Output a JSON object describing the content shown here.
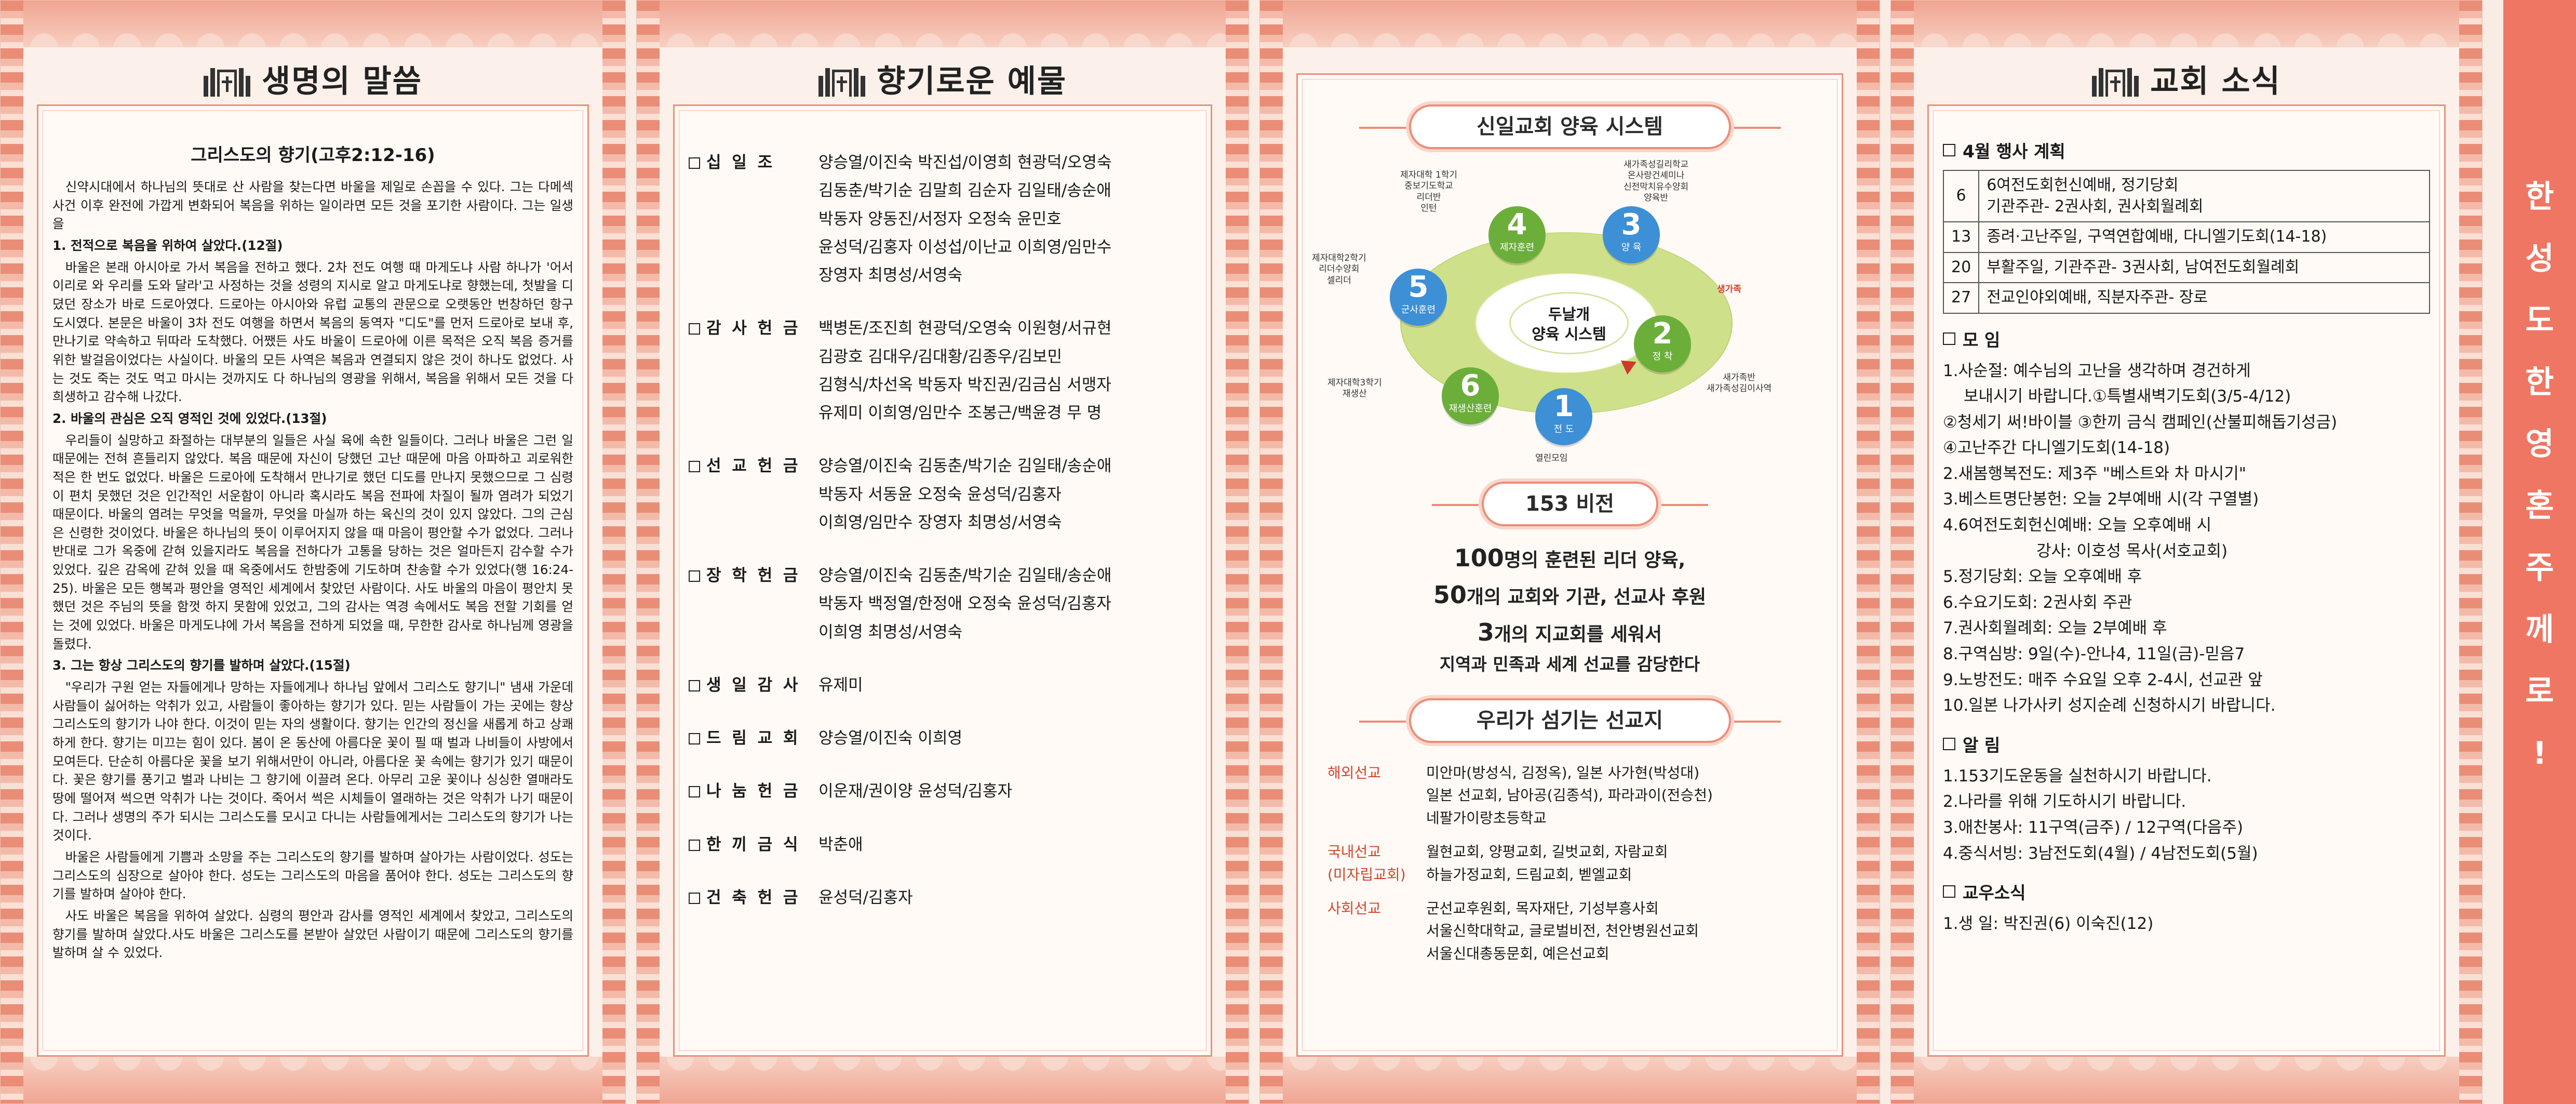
{
  "panel1": {
    "header": "생명의 말씀",
    "sermon_title": "그리스도의 향기(고후2:12-16)",
    "paragraphs": [
      {
        "text": "신약시대에서 하나님의 뜻대로 산 사람을 찾는다면 바울을 제일로 손꼽을 수 있다. 그는 다메섹 사건 이후 완전에 가깝게 변화되어 복음을 위하는 일이라면 모든 것을 포기한 사람이다. 그는 일생을",
        "bold": false
      },
      {
        "text": "1. 전적으로 복음을 위하여 살았다.(12절)",
        "bold": true
      },
      {
        "text": "바울은 본래 아시아로 가서 복음을 전하고 했다. 2차 전도 여행 때 마게도냐 사람 하나가 '어서 이리로 와 우리를 도와 달라'고 사정하는 것을 성령의 지시로 알고 마게도냐로 향했는데, 첫발을 디뎠던 장소가 바로 드로아였다. 드로아는 아시아와 유럽 교통의 관문으로 오랫동안 번창하던 항구 도시였다. 본문은 바울이 3차 전도 여행을 하면서 복음의 동역자 \"디도\"를 먼저 드로아로 보내 후, 만나기로 약속하고 뒤따라 도착했다. 어쨌든 사도 바울이 드로아에 이른 목적은 오직 복음 증거를 위한 발걸음이었다는 사실이다. 바울의 모든 사역은 복음과 연결되지 않은 것이 하나도 없었다. 사는 것도 죽는 것도 먹고 마시는 것까지도 다 하나님의 영광을 위해서, 복음을 위해서 모든 것을 다 희생하고 감수해 나갔다.",
        "bold": false
      },
      {
        "text": "2. 바울의 관심은 오직 영적인 것에 있었다.(13절)",
        "bold": true
      },
      {
        "text": "우리들이 실망하고 좌절하는 대부분의 일들은 사실 육에 속한 일들이다. 그러나 바울은 그런 일 때문에는 전혀 흔들리지 않았다. 복음 때문에 자신이 당했던 고난 때문에 마음 아파하고 괴로워한 적은 한 번도 없었다. 바울은 드로아에 도착해서 만나기로 했던 디도를 만나지 못했으므로 그 심령이 편치 못했던 것은 인간적인 서운함이 아니라 혹시라도 복음 전파에 차질이 될까 염려가 되었기 때문이다. 바울의 염려는 무엇을 먹을까, 무엇을 마실까 하는 육신의 것이 있지 않았다. 그의 근심은 신령한 것이었다. 바울은 하나님의 뜻이 이루어지지 않을 때 마음이 평안할 수가 없었다. 그러나 반대로 그가 옥중에 갇혀 있을지라도 복음을 전하다가 고통을 당하는 것은 얼마든지 감수할 수가 있었다. 깊은 감옥에 갇혀 있을 때 옥중에서도 한밤중에 기도하며 찬송할 수가 있었다(행 16:24-25). 바울은 모든 행복과 평안을 영적인 세계에서 찾았던 사람이다. 사도 바울의 마음이 평안치 못했던 것은 주님의 뜻을 함껏 하지 못함에 있었고, 그의 감사는 역경 속에서도 복음 전할 기회를 얻는 것에 있었다. 바울은 마게도냐에 가서 복음을 전하게 되었을 때, 무한한 감사로 하나님께 영광을 돌렸다.",
        "bold": false
      },
      {
        "text": "3. 그는 항상 그리스도의 향기를 발하며 살았다.(15절)",
        "bold": true
      },
      {
        "text": "\"우리가 구원 얻는 자들에게나 망하는 자들에게나 하나님 앞에서 그리스도 향기니\" 냄새 가운데 사람들이 싫어하는 악취가 있고, 사람들이 좋아하는 향기가 있다. 믿는 사람들이 가는 곳에는 향상 그리스도의 향기가 나야 한다. 이것이 믿는 자의 생활이다. 향기는 인간의 정신을 새롭게 하고 상쾌하게 한다. 향기는 미끄는 힘이 있다. 봄이 온 동산에 아름다운 꽃이 필 때 벌과 나비들이 사방에서 모여든다. 단순히 아름다운 꽃을 보기 위해서만이 아니라, 아름다운 꽃 속에는 향기가 있기 때문이다. 꽃은 향기를 풍기고 벌과 나비는 그 향기에 이끌려 온다. 아무리 고운 꽃이나 싱싱한 열매라도 땅에 떨어져 썩으면 악취가 나는 것이다. 죽어서 썩은 시체들이 열래하는 것은 악취가 나기 때문이다. 그러나 생명의 주가 되시는 그리스도를 모시고 다니는 사람들에게서는 그리스도의 향기가 나는 것이다.",
        "bold": false
      },
      {
        "text": "바울은 사람들에게 기쁨과 소망을 주는 그리스도의 향기를 발하며 살아가는 사람이었다. 성도는 그리스도의 심장으로 살아야 한다. 성도는 그리스도의 마음을 품어야 한다. 성도는 그리스도의 향기를 발하며 살아야 한다.",
        "bold": false
      },
      {
        "text": "사도 바울은 복음을 위하여 살았다. 심령의 평안과 감사를 영적인 세계에서 찾았고, 그리스도의 향기를 발하며 살았다.사도 바울은 그리스도를 본받아 살았던 사람이기 때문에 그리스도의 향기를 발하며 살 수 있었다.",
        "bold": false
      }
    ]
  },
  "panel2": {
    "header": "향기로운 예물",
    "rows": [
      {
        "label": "십 일 조",
        "lines": [
          "양승열/이진숙 박진섭/이영희 현광덕/오영숙",
          "김동춘/박기순 김말희 김순자 김일태/송순애",
          "박동자 양동진/서정자 오정숙 윤민호",
          "윤성덕/김홍자 이성섭/이난교 이희영/임만수",
          "장영자 최명성/서영숙"
        ]
      },
      {
        "label": "감 사 헌 금",
        "lines": [
          "백병돈/조진희 현광덕/오영숙 이원형/서규현",
          "김광호 김대우/김대황/김종우/김보민",
          "김형식/차선옥 박동자 박진권/김금심 서맹자",
          "유제미 이희영/임만수 조봉근/백윤경 무   명"
        ]
      },
      {
        "label": "선 교 헌 금",
        "lines": [
          "양승열/이진숙 김동춘/박기순 김일태/송순애",
          "박동자 서동윤 오정숙 윤성덕/김홍자",
          "이희영/임만수 장영자 최명성/서영숙"
        ]
      },
      {
        "label": "장 학 헌 금",
        "lines": [
          "양승열/이진숙 김동춘/박기순 김일태/송순애",
          "박동자 백정열/한정애 오정숙 윤성덕/김홍자",
          "이희영 최명성/서영숙"
        ]
      },
      {
        "label": "생 일 감 사",
        "lines": [
          "유제미"
        ]
      },
      {
        "label": "드 림 교 회",
        "lines": [
          "양승열/이진숙 이희영"
        ]
      },
      {
        "label": "나 눔 헌 금",
        "lines": [
          "이운재/권이양 윤성덕/김홍자"
        ]
      },
      {
        "label": "한 끼 금 식",
        "lines": [
          "박춘애"
        ]
      },
      {
        "label": "건 축 헌 금",
        "lines": [
          "윤성덕/김홍자"
        ]
      }
    ]
  },
  "panel3": {
    "system_title": "신일교회 양육 시스템",
    "centre_lines": [
      "두날개",
      "양육 시스템"
    ],
    "nodes": [
      {
        "num": "1",
        "name": "전 도",
        "color": "#3d8fd6"
      },
      {
        "num": "2",
        "name": "정 착",
        "color": "#6cae3a"
      },
      {
        "num": "3",
        "name": "양 육",
        "color": "#3d8fd6"
      },
      {
        "num": "4",
        "name": "제자훈련",
        "color": "#6cae3a"
      },
      {
        "num": "5",
        "name": "군사훈련",
        "color": "#3d8fd6"
      },
      {
        "num": "6",
        "name": "재생산훈련",
        "color": "#6cae3a"
      }
    ],
    "node_labels": {
      "top": [
        "새가족성길리학교",
        "온사랑건셰미나",
        "신전막치유수양회",
        "양육반"
      ],
      "topleft": [
        "제자대학 1학기",
        "중보기도학교",
        "리더반",
        "인턴"
      ],
      "left": [
        "제자대학2학기",
        "리더수양회",
        "셀리더"
      ],
      "bottomleft": [
        "제자대학3학기",
        "재생산"
      ],
      "right": [
        "생가족"
      ],
      "bottomright": [
        "새가족반",
        "새가족성김이사역"
      ],
      "bottom": [
        "열린모임"
      ]
    },
    "vision_title": "153 비전",
    "vision_lines": [
      {
        "num": "100",
        "rest": "명의 훈련된 리더 양육,"
      },
      {
        "num": "50",
        "rest": "개의 교회와 기관, 선교사 후원"
      },
      {
        "num": "3",
        "rest": "개의 지교회를 세워서"
      },
      {
        "num": "",
        "rest": "지역과 민족과 세계 선교를 감당한다"
      }
    ],
    "mission_title": "우리가 섬기는 선교지",
    "missions": [
      {
        "cat": [
          "해외선교"
        ],
        "lines": [
          "미안마(방성식, 김정옥), 일본 사가현(박성대)",
          "일본 선교회, 남아공(김종석), 파라과이(전승천)",
          "네팔가이랑초등학교"
        ]
      },
      {
        "cat": [
          "국내선교",
          "(미자립교회)"
        ],
        "lines": [
          "월현교회, 양평교회, 길벗교회, 자람교회",
          "하늘가정교회, 드림교회, 벧엘교회"
        ]
      },
      {
        "cat": [
          "사회선교"
        ],
        "lines": [
          "군선교후원회, 목자재단, 기성부흥사회",
          "서울신학대학교, 글로벌비전, 천안병원선교회",
          "서울신대총동문회, 예은선교회"
        ]
      }
    ]
  },
  "panel4": {
    "header": "교회 소식",
    "events_title": "4월 행사 계획",
    "events": [
      {
        "day": "6",
        "desc": [
          "6여전도회헌신예배, 정기당회",
          "기관주관- 2권사회, 권사회월례회"
        ]
      },
      {
        "day": "13",
        "desc": [
          "종려·고난주일, 구역연합예배, 다니엘기도회(14-18)"
        ]
      },
      {
        "day": "20",
        "desc": [
          "부활주일, 기관주관- 3권사회, 남여전도회월례회"
        ]
      },
      {
        "day": "27",
        "desc": [
          "전교인야외예배, 직분자주관- 장로"
        ]
      }
    ],
    "meetings_title": "모  임",
    "meetings": [
      {
        "text": "1.사순절: 예수님의 고난을 생각하며 경건하게",
        "cls": ""
      },
      {
        "text": "보내시기 바랍니다.①특별새벽기도회(3/5-4/12)",
        "cls": "ind"
      },
      {
        "text": "②청세기 써!바이블 ③한끼 금식 캠페인(산불피해돕기성금)",
        "cls": ""
      },
      {
        "text": "④고난주간 다니엘기도회(14-18)",
        "cls": ""
      },
      {
        "text": "2.새봄행복전도: 제3주 \"베스트와 차 마시기\"",
        "cls": ""
      },
      {
        "text": "3.베스트명단봉헌: 오늘 2부예배 시(각 구열별)",
        "cls": ""
      },
      {
        "text": "4.6여전도회헌신예배: 오늘 오후예배 시",
        "cls": ""
      },
      {
        "text": "강사: 이호성 목사(서호교회)",
        "cls": "ind2"
      },
      {
        "text": "5.정기당회: 오늘 오후예배 후",
        "cls": ""
      },
      {
        "text": "6.수요기도회: 2권사회 주관",
        "cls": ""
      },
      {
        "text": "7.권사회월례회: 오늘 2부예배 후",
        "cls": ""
      },
      {
        "text": "8.구역심방: 9일(수)-안나4, 11일(금)-믿음7",
        "cls": ""
      },
      {
        "text": "9.노방전도: 매주 수요일 오후 2-4시, 선교관 앞",
        "cls": ""
      },
      {
        "text": "10.일본 나가사키 성지순례 신청하시기 바랍니다.",
        "cls": ""
      }
    ],
    "notices_title": "알  림",
    "notices": [
      "1.153기도운동을 실천하시기 바랍니다.",
      "2.나라를 위해 기도하시기 바랍니다.",
      "3.애찬봉사: 11구역(금주) / 12구역(다음주)",
      "4.중식서빙: 3남전도회(4월) / 4남전도회(5월)"
    ],
    "members_title": "교우소식",
    "members": [
      "1.생 일: 박진권(6) 이숙진(12)"
    ]
  },
  "strip_chars": [
    "한",
    "성",
    "도",
    "한",
    "영",
    "혼",
    "주",
    "께",
    "로",
    "!"
  ]
}
